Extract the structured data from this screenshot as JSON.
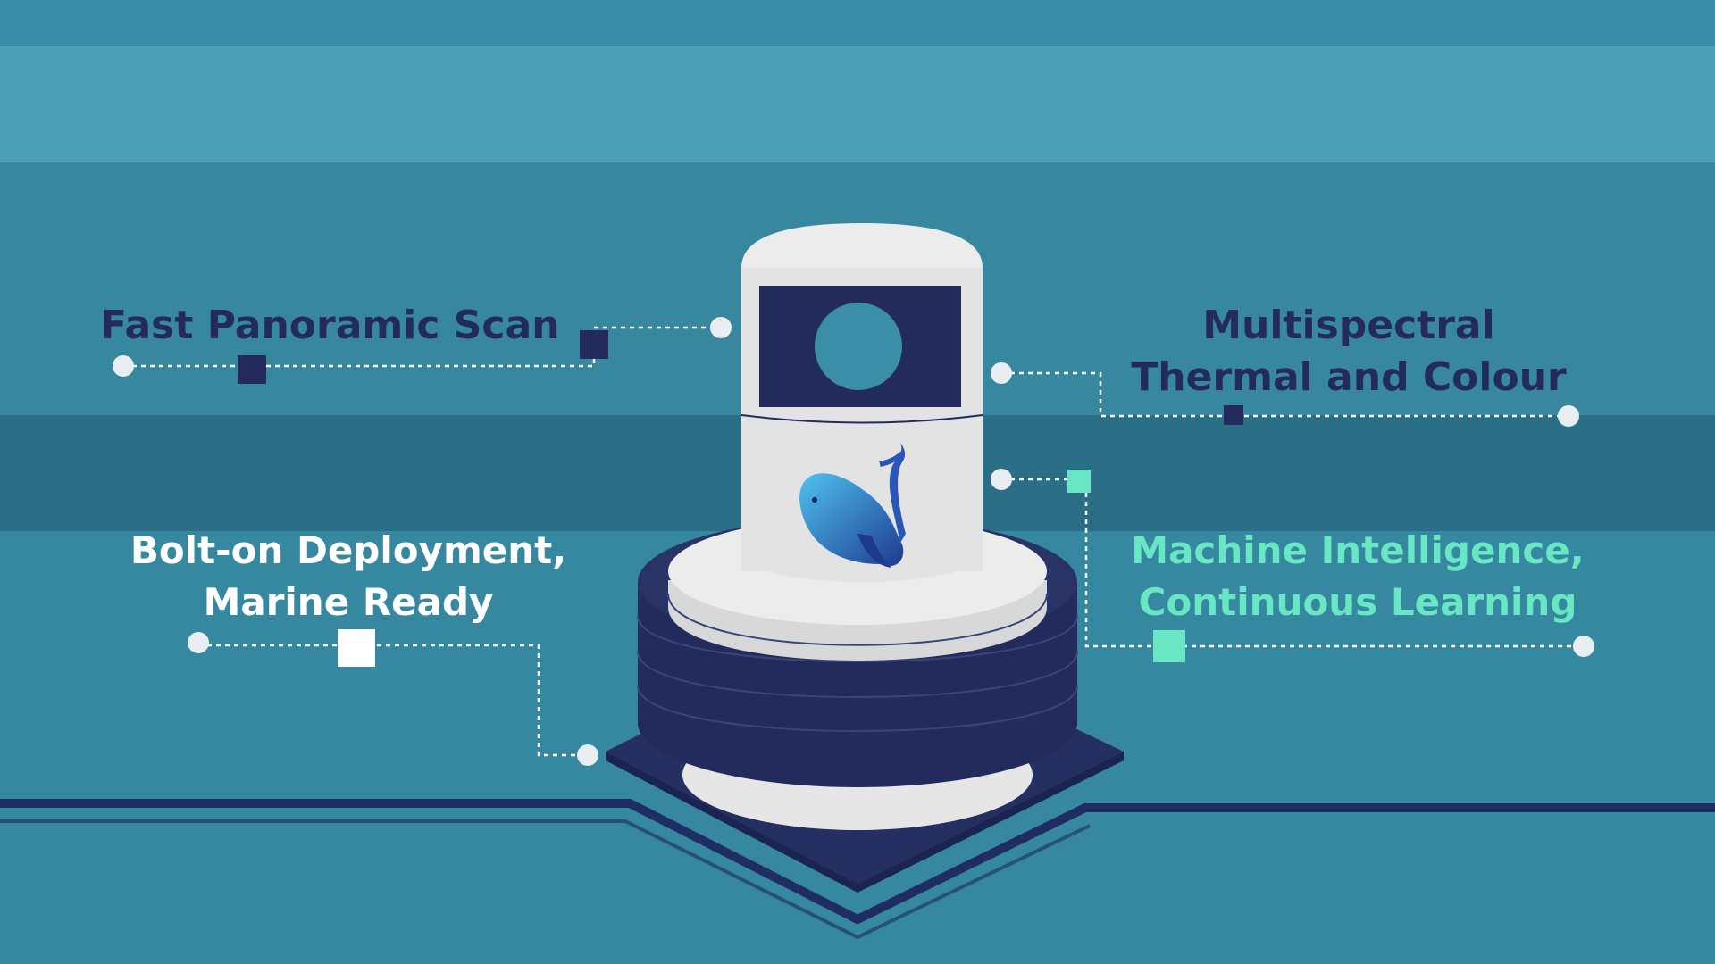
{
  "features": {
    "scan": {
      "label": "Fast Panoramic Scan"
    },
    "multispectral": {
      "line1": "Multispectral",
      "line2": "Thermal and Colour"
    },
    "bolt_on": {
      "line1": "Bolt-on Deployment,",
      "line2": "Marine Ready"
    },
    "machine": {
      "line1": "Machine Intelligence,",
      "line2": "Continuous Learning"
    }
  },
  "colors": {
    "background": "#35889f",
    "navy": "#232b5c",
    "white": "#ffffff",
    "mint": "#69e6c4",
    "device_body": "#e6e6e6"
  },
  "icons": {
    "device": "camera-device-icon",
    "logo": "whale-icon"
  }
}
